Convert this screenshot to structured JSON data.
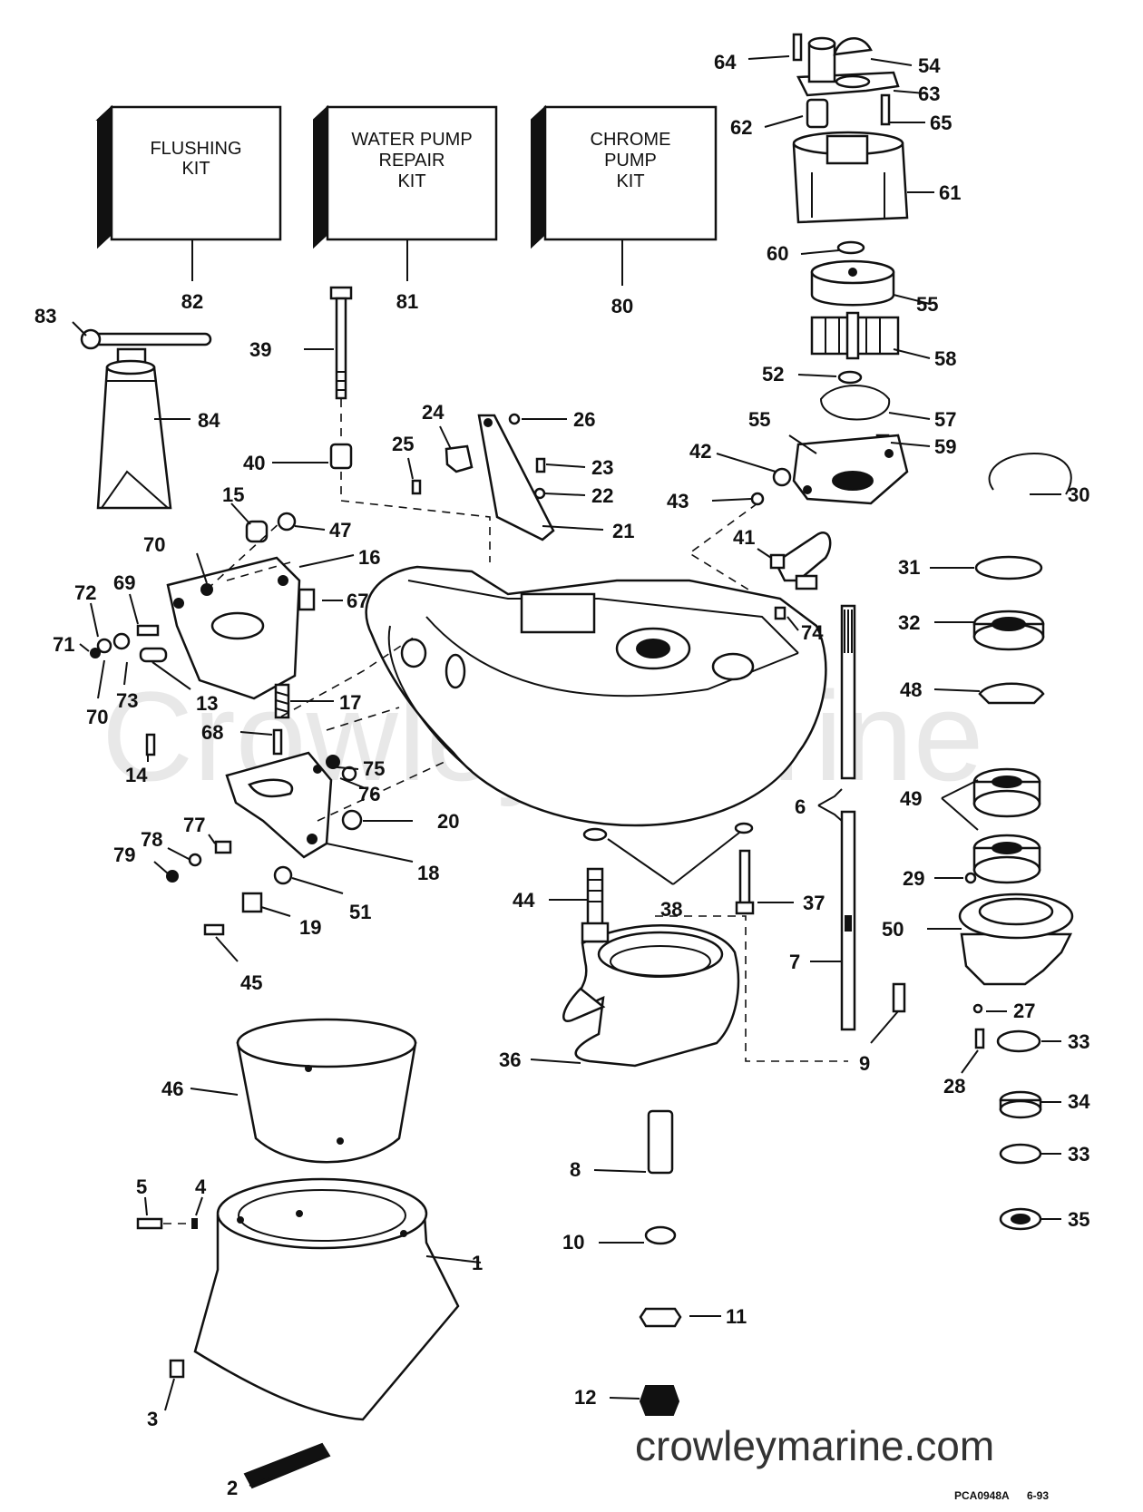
{
  "kits": [
    {
      "id": "flushing",
      "lines": [
        "FLUSHING",
        "KIT"
      ],
      "number": "82"
    },
    {
      "id": "water-pump",
      "lines": [
        "WATER PUMP",
        "REPAIR",
        "KIT"
      ],
      "number": "81"
    },
    {
      "id": "chrome-pump",
      "lines": [
        "CHROME",
        "PUMP",
        "KIT"
      ],
      "number": "80"
    }
  ],
  "watermark": "Crowley Marine",
  "footer": {
    "url": "crowleymarine.com",
    "drawing_code": "PCA0948A",
    "date": "6-93"
  },
  "labels": {
    "p1": "1",
    "p2": "2",
    "p3": "3",
    "p4": "4",
    "p5": "5",
    "p6": "6",
    "p7": "7",
    "p8": "8",
    "p9": "9",
    "p10": "10",
    "p11": "11",
    "p12": "12",
    "p13": "13",
    "p14": "14",
    "p15": "15",
    "p16": "16",
    "p17": "17",
    "p18": "18",
    "p19": "19",
    "p20": "20",
    "p21": "21",
    "p22": "22",
    "p23": "23",
    "p24": "24",
    "p25": "25",
    "p26": "26",
    "p27": "27",
    "p28": "28",
    "p29": "29",
    "p30": "30",
    "p31": "31",
    "p32": "32",
    "p33a": "33",
    "p33b": "33",
    "p34": "34",
    "p35": "35",
    "p36": "36",
    "p37": "37",
    "p38": "38",
    "p39": "39",
    "p40": "40",
    "p41": "41",
    "p42": "42",
    "p43": "43",
    "p44": "44",
    "p45": "45",
    "p46": "46",
    "p47": "47",
    "p48": "48",
    "p49": "49",
    "p50": "50",
    "p51": "51",
    "p52": "52",
    "p54": "54",
    "p55a": "55",
    "p55b": "55",
    "p57": "57",
    "p58": "58",
    "p59": "59",
    "p60": "60",
    "p61": "61",
    "p62": "62",
    "p63": "63",
    "p64": "64",
    "p65": "65",
    "p67": "67",
    "p68": "68",
    "p69": "69",
    "p70a": "70",
    "p70b": "70",
    "p71": "71",
    "p72": "72",
    "p73": "73",
    "p74": "74",
    "p75": "75",
    "p76": "76",
    "p77": "77",
    "p78": "78",
    "p79": "79",
    "p83": "83",
    "p84": "84"
  }
}
